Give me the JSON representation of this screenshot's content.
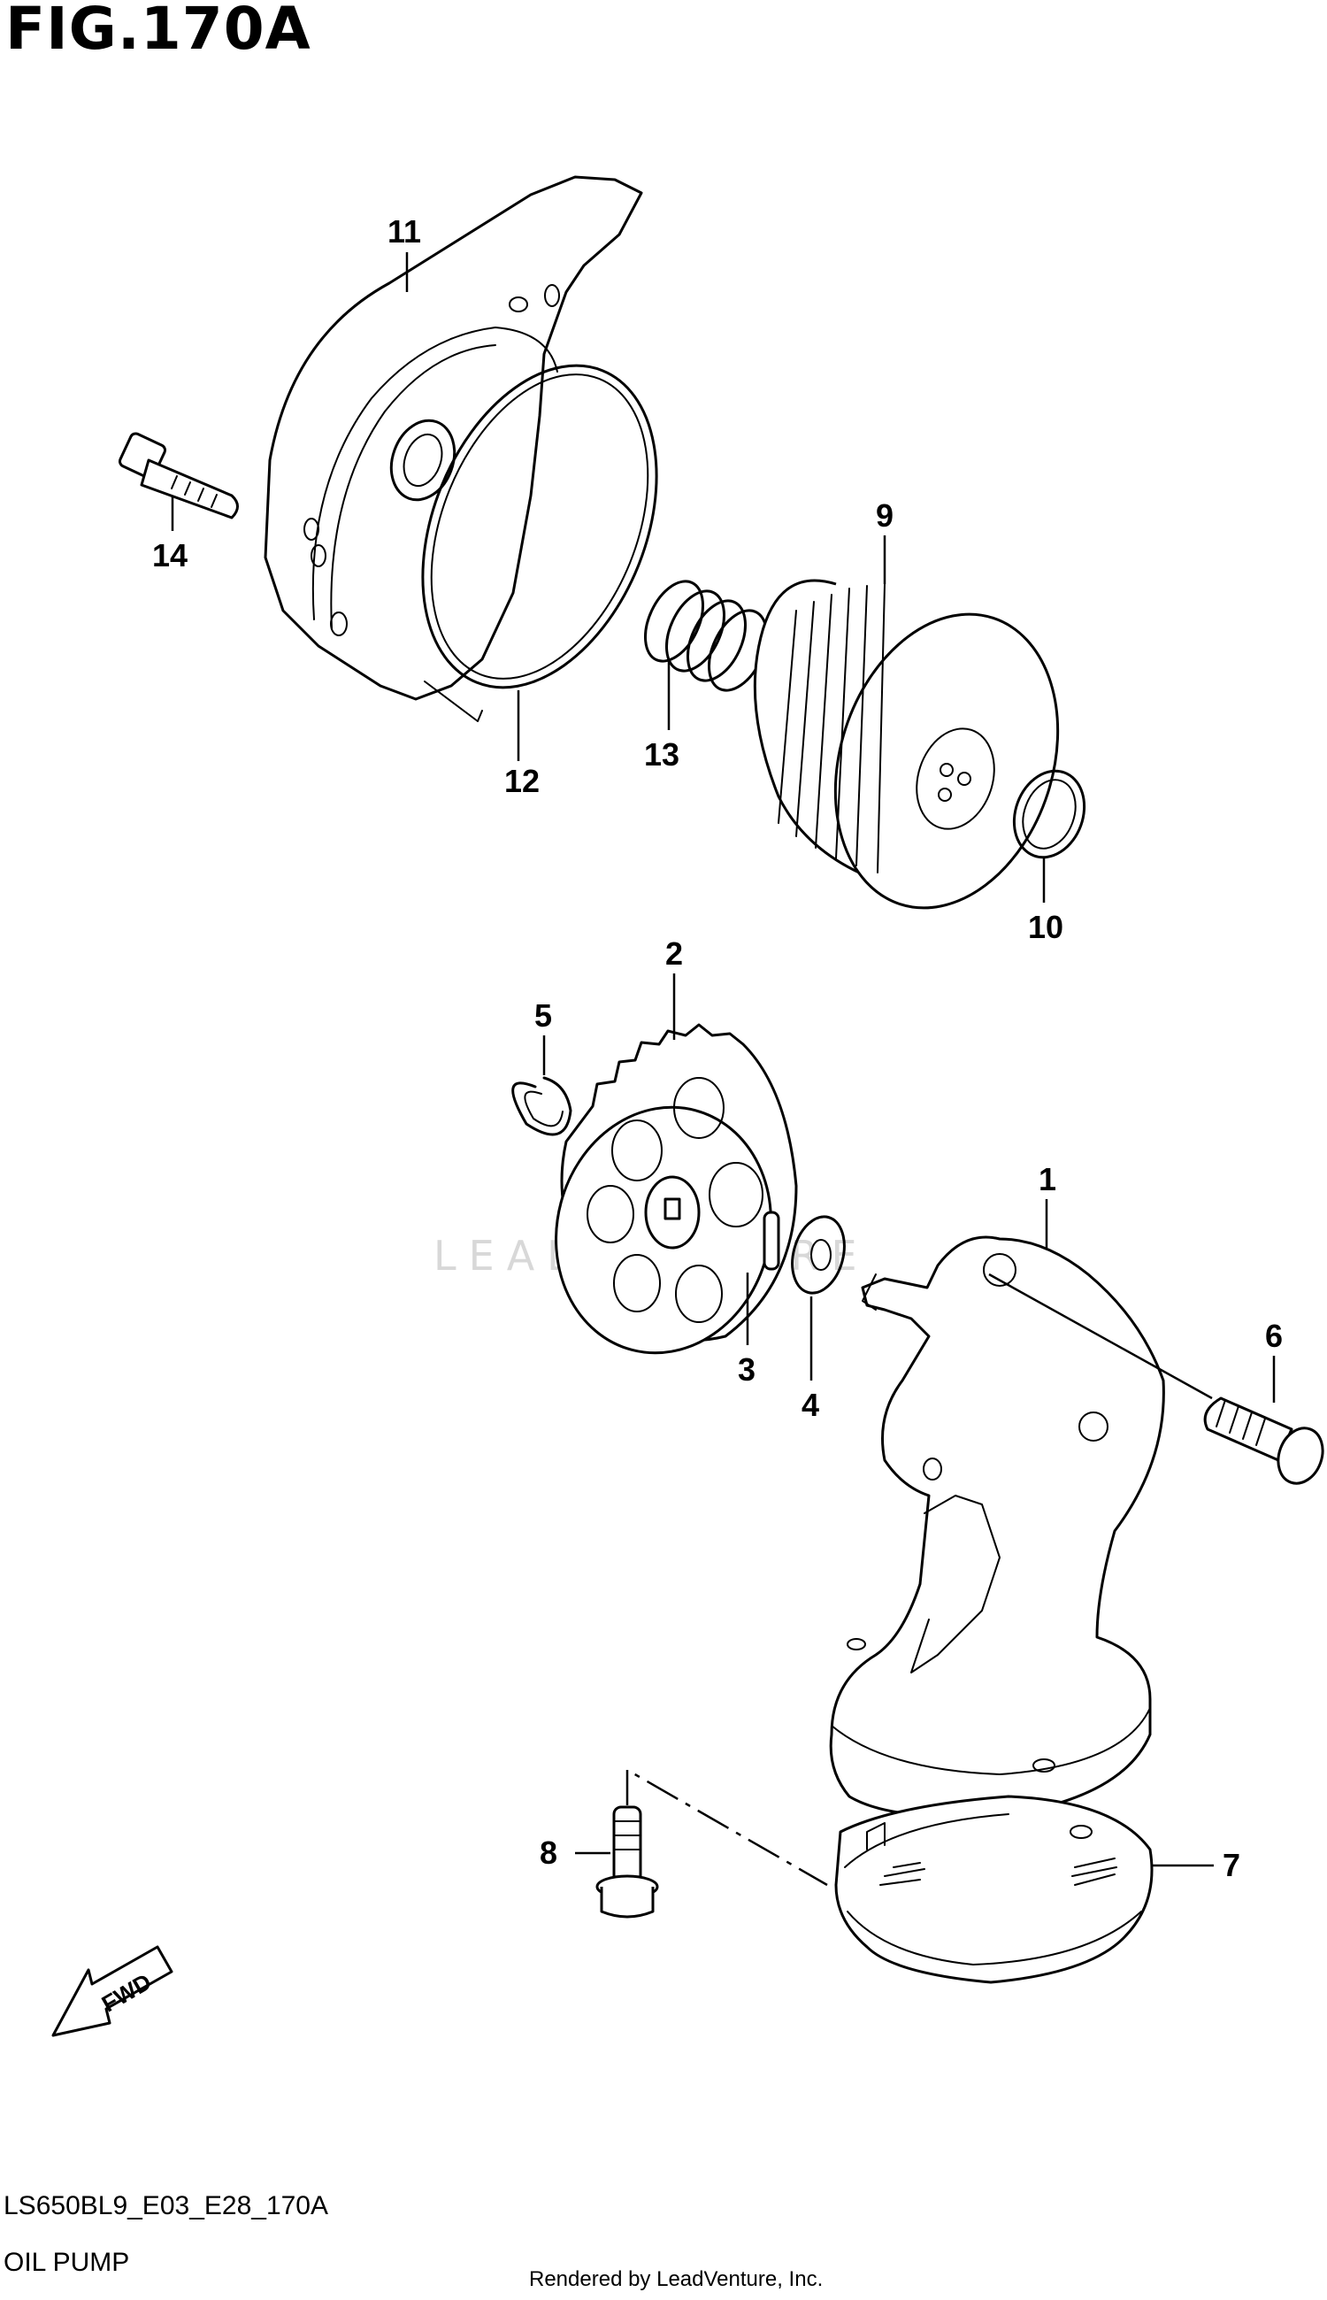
{
  "figure": {
    "title": "FIG.170A",
    "code": "LS650BL9_E03_E28_170A",
    "subtitle": "OIL PUMP",
    "credit": "Rendered by LeadVenture, Inc.",
    "watermark": "LEADVENTURE"
  },
  "callouts": {
    "c1": "1",
    "c2": "2",
    "c3": "3",
    "c4": "4",
    "c5": "5",
    "c6": "6",
    "c7": "7",
    "c8": "8",
    "c9": "9",
    "c10": "10",
    "c11": "11",
    "c12": "12",
    "c13": "13",
    "c14": "14"
  },
  "fwd": {
    "label": "FWD"
  }
}
